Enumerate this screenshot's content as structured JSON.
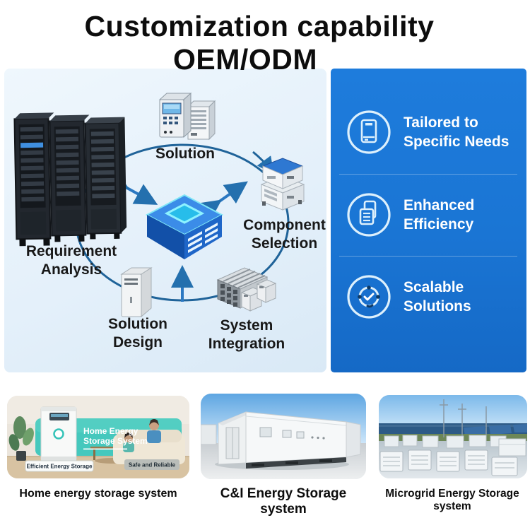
{
  "title": {
    "line1": "Customization capability",
    "line2": "OEM/ODM"
  },
  "diagram": {
    "center_icon": "blue-isometric-cube-icon",
    "nodes": {
      "requirement_analysis": {
        "label": "Requirement\nAnalysis",
        "icon": "server-racks-icon"
      },
      "solution": {
        "label": "Solution",
        "icon": "tower-servers-icon"
      },
      "component_selection": {
        "label": "Component\nSelection",
        "icon": "stacked-modules-icon"
      },
      "system_integration": {
        "label": "System\nIntegration",
        "icon": "integration-module-icon"
      },
      "solution_design": {
        "label": "Solution\nDesign",
        "icon": "pc-tower-icon"
      }
    }
  },
  "features": {
    "items": [
      {
        "icon": "tablet-icon",
        "label": "Tailored to\nSpecific Needs"
      },
      {
        "icon": "documents-icon",
        "label": "Enhanced\nEfficiency"
      },
      {
        "icon": "compass-target-icon",
        "label": "Scalable\nSolutions"
      }
    ]
  },
  "products": [
    {
      "caption": "Home energy storage system",
      "image": "home-energy-storage-photo",
      "banner_line1": "Home Energy",
      "banner_line2": "Storage System",
      "badge_left": "Efficient Energy Storage",
      "badge_right": "Safe and Reliable"
    },
    {
      "caption": "C&I Energy Storage system",
      "image": "ci-energy-storage-photo"
    },
    {
      "caption": "Microgrid Energy Storage system",
      "image": "microgrid-energy-storage-photo"
    }
  ],
  "colors": {
    "panel_blue": "#1a75d4",
    "diagram_bg": "#e4f0fa",
    "arrow_blue": "#2470ae",
    "banner_teal": "#3cc6ba",
    "title_text": "#0d0d0d"
  }
}
